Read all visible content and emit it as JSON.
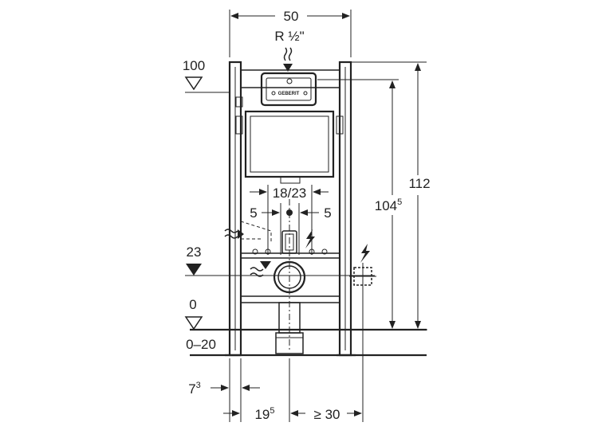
{
  "dimensions": {
    "frame_width": "50",
    "water_inlet": "R ½\"",
    "height_total": "112",
    "height_cistern_main": "104",
    "height_cistern_sup": "5",
    "bracket_spacing": "18/23",
    "offset_left": "5",
    "offset_right": "5",
    "foot_offset_main": "7",
    "foot_offset_sup": "3",
    "drain_offset_main": "19",
    "drain_offset_sup": "5",
    "min_distance": "≥ 30"
  },
  "levels": {
    "top_level": "100",
    "drain_level": "23",
    "floor_level": "0",
    "floor_adjust": "0–20"
  },
  "plate_label": "GEBERIT",
  "colors": {
    "line": "#222222",
    "background": "#ffffff"
  }
}
